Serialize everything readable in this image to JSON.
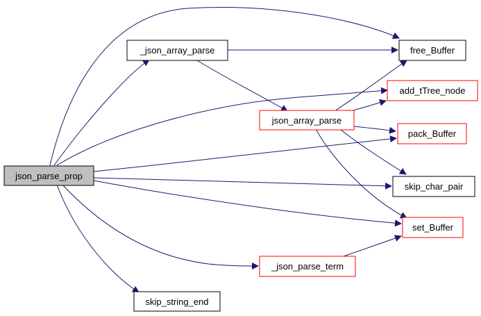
{
  "colors": {
    "edge": "#191970",
    "border_default": "#000000",
    "border_truncated": "#ff0000",
    "focus_fill": "#bfbfbf",
    "node_fill": "#ffffff"
  },
  "nodes": {
    "json_parse_prop": {
      "label": "json_parse_prop"
    },
    "_json_array_parse": {
      "label": "_json_array_parse"
    },
    "json_array_parse": {
      "label": "json_array_parse"
    },
    "_json_parse_term": {
      "label": "_json_parse_term"
    },
    "skip_string_end": {
      "label": "skip_string_end"
    },
    "free_Buffer": {
      "label": "free_Buffer"
    },
    "add_tTree_node": {
      "label": "add_tTree_node"
    },
    "pack_Buffer": {
      "label": "pack_Buffer"
    },
    "skip_char_pair": {
      "label": "skip_char_pair"
    },
    "set_Buffer": {
      "label": "set_Buffer"
    }
  }
}
